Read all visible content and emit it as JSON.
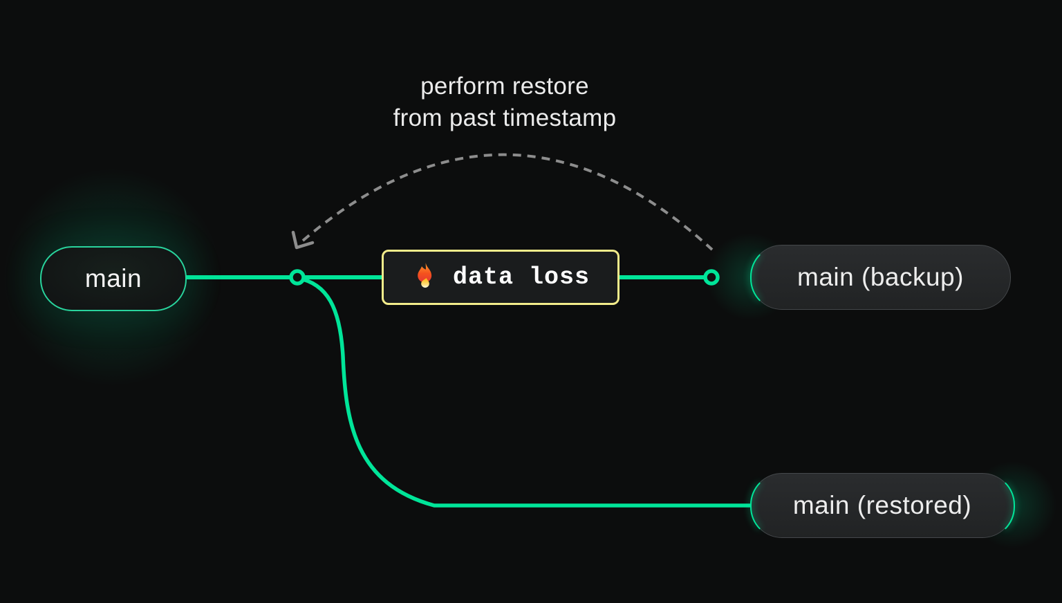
{
  "diagram": {
    "caption": {
      "line1": "perform restore",
      "line2": "from past timestamp"
    },
    "nodes": [
      {
        "id": "main",
        "label": "main"
      },
      {
        "id": "backup",
        "label": "main (backup)"
      },
      {
        "id": "restored",
        "label": "main (restored)"
      }
    ],
    "event": {
      "label": "data loss",
      "icon": "fire-icon"
    },
    "colors": {
      "background": "#0c0d0d",
      "accent_green": "#00e599",
      "warning_yellow": "#f3ec8b",
      "dashed_gray": "#8d8d8d",
      "node_fill": "#242628",
      "node_border": "#45484b",
      "text": "#ededed"
    }
  }
}
